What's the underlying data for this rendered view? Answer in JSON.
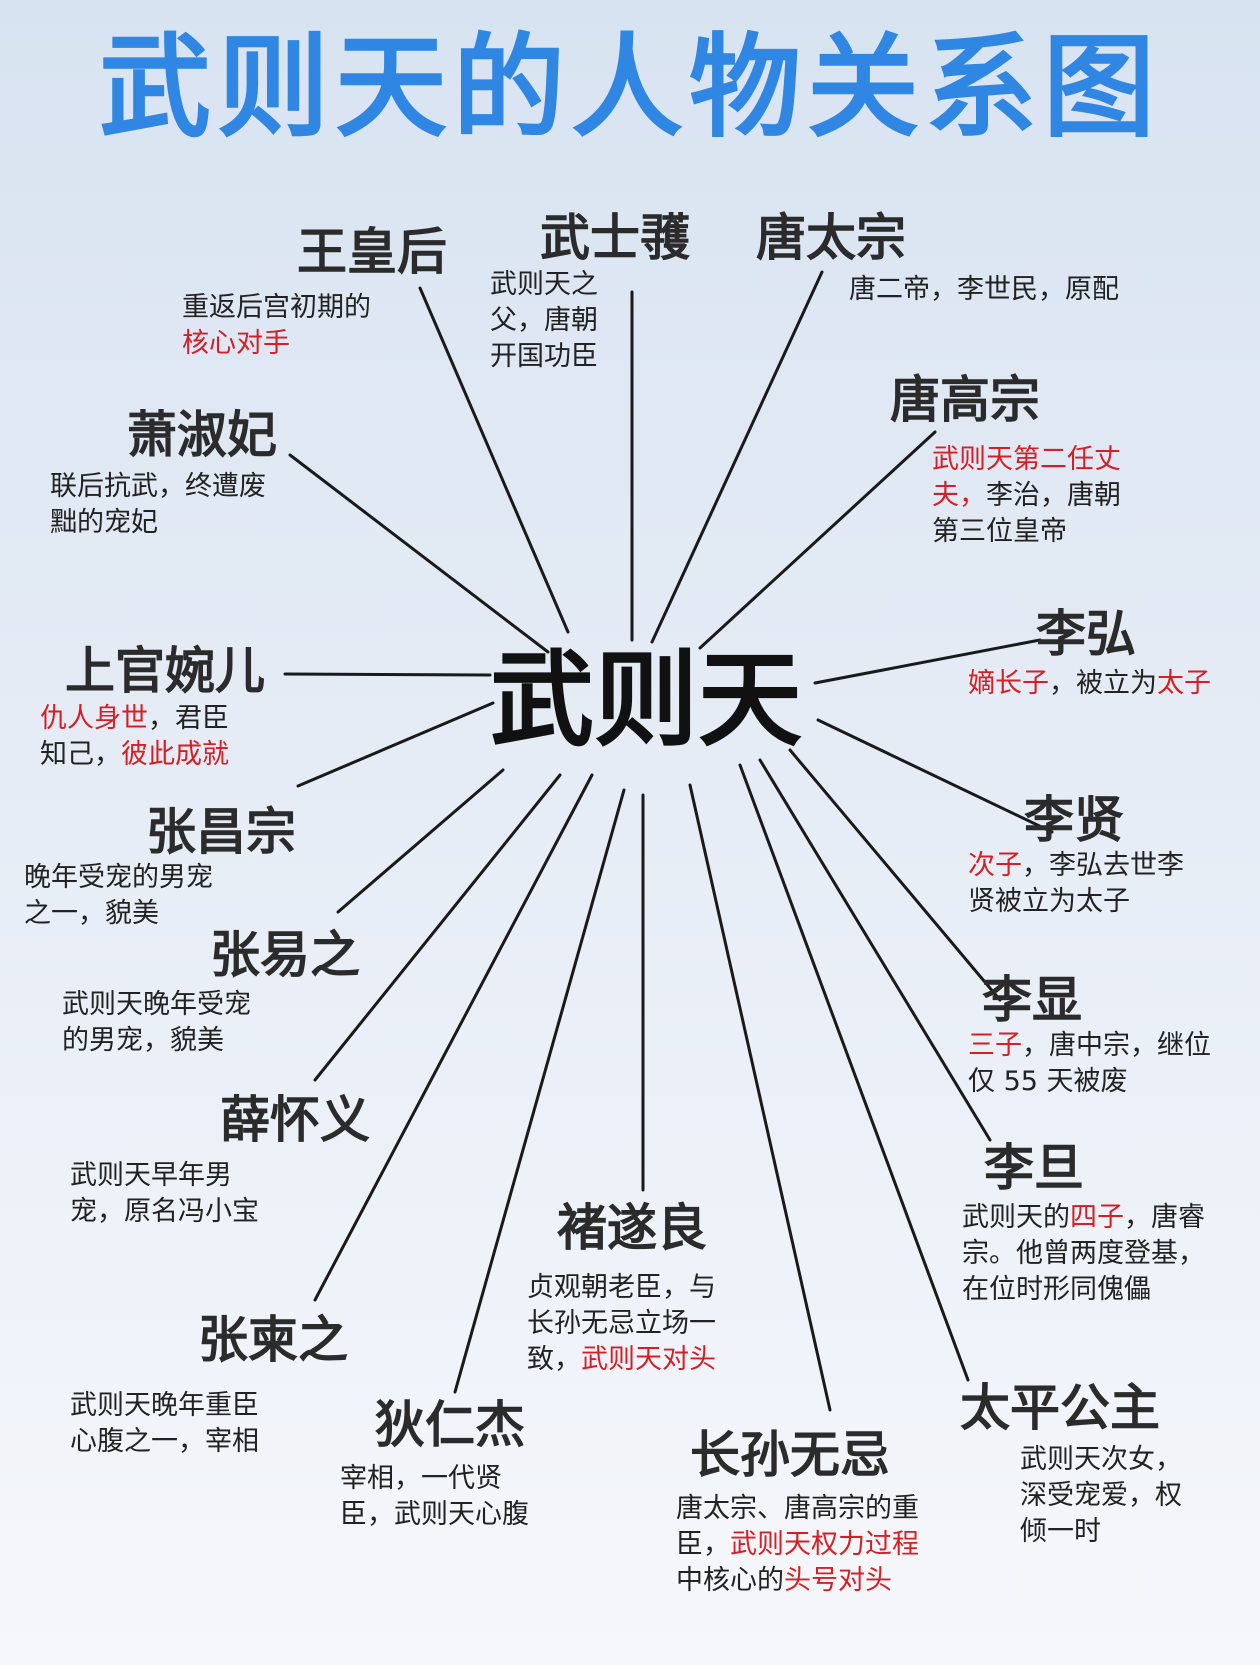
{
  "title": "武则天的人物关系图",
  "center": "武则天",
  "colors": {
    "title": "#2f86e3",
    "highlight": "#d61f24",
    "line": "#1a1a1a"
  },
  "nodes": [
    {
      "id": "wang",
      "name": "王皇后",
      "desc": [
        [
          {
            "t": "重返后宫初期的"
          }
        ],
        [
          {
            "t": "核心对手",
            "hl": true
          }
        ]
      ]
    },
    {
      "id": "wushihuo",
      "name": "武士彟",
      "desc": [
        [
          {
            "t": "武则天之"
          }
        ],
        [
          {
            "t": "父，唐朝"
          }
        ],
        [
          {
            "t": "开国功臣"
          }
        ]
      ]
    },
    {
      "id": "taizong",
      "name": "唐太宗",
      "desc": [
        [
          {
            "t": "唐二帝，李世民，原配"
          }
        ]
      ]
    },
    {
      "id": "xiaoshufei",
      "name": "萧淑妃",
      "desc": [
        [
          {
            "t": "联后抗武，终遭废"
          }
        ],
        [
          {
            "t": "黜的宠妃"
          }
        ]
      ]
    },
    {
      "id": "gaozong",
      "name": "唐高宗",
      "desc": [
        [
          {
            "t": "武则天第二任丈",
            "hl": true
          }
        ],
        [
          {
            "t": "夫，",
            "hl": true
          },
          {
            "t": "李治，唐朝"
          }
        ],
        [
          {
            "t": "第三位皇帝"
          }
        ]
      ]
    },
    {
      "id": "lihong",
      "name": "李弘",
      "desc": [
        [
          {
            "t": "嫡长子",
            "hl": true
          },
          {
            "t": "，被立为"
          },
          {
            "t": "太子",
            "hl": true
          }
        ]
      ]
    },
    {
      "id": "shangguan",
      "name": "上官婉儿",
      "desc": [
        [
          {
            "t": "仇人身世",
            "hl": true
          },
          {
            "t": "，君臣"
          }
        ],
        [
          {
            "t": "知己，"
          },
          {
            "t": "彼此成就",
            "hl": true
          }
        ]
      ]
    },
    {
      "id": "changzong",
      "name": "张昌宗",
      "desc": [
        [
          {
            "t": "晚年受宠的男宠"
          }
        ],
        [
          {
            "t": "之一，貌美"
          }
        ]
      ]
    },
    {
      "id": "lixian1",
      "name": "李贤",
      "desc": [
        [
          {
            "t": "次子",
            "hl": true
          },
          {
            "t": "，李弘去世李"
          }
        ],
        [
          {
            "t": "贤被立为太子"
          }
        ]
      ]
    },
    {
      "id": "yizhi",
      "name": "张易之",
      "desc": [
        [
          {
            "t": "武则天晚年受宠"
          }
        ],
        [
          {
            "t": "的男宠，貌美"
          }
        ]
      ]
    },
    {
      "id": "lixian2",
      "name": "李显",
      "desc": [
        [
          {
            "t": "三子",
            "hl": true
          },
          {
            "t": "，唐中宗，继位"
          }
        ],
        [
          {
            "t": "仅 55 天被废"
          }
        ]
      ]
    },
    {
      "id": "xuehuaiyi",
      "name": "薛怀义",
      "desc": [
        [
          {
            "t": "武则天早年男"
          }
        ],
        [
          {
            "t": "宠，原名冯小宝"
          }
        ]
      ]
    },
    {
      "id": "lidan",
      "name": "李旦",
      "desc": [
        [
          {
            "t": "武则天的"
          },
          {
            "t": "四子",
            "hl": true
          },
          {
            "t": "，唐睿"
          }
        ],
        [
          {
            "t": "宗。他曾两度登基，"
          }
        ],
        [
          {
            "t": "在位时形同傀儡"
          }
        ]
      ]
    },
    {
      "id": "chusuiliang",
      "name": "褚遂良",
      "desc": [
        [
          {
            "t": "贞观朝老臣，与"
          }
        ],
        [
          {
            "t": "长孙无忌立场一"
          }
        ],
        [
          {
            "t": "致，"
          },
          {
            "t": "武则天对头",
            "hl": true
          }
        ]
      ]
    },
    {
      "id": "jianzhi",
      "name": "张柬之",
      "desc": [
        [
          {
            "t": "武则天晚年重臣"
          }
        ],
        [
          {
            "t": "心腹之一，宰相"
          }
        ]
      ]
    },
    {
      "id": "taiping",
      "name": "太平公主",
      "desc": [
        [
          {
            "t": "武则天次女，"
          }
        ],
        [
          {
            "t": "深受宠爱，权"
          }
        ],
        [
          {
            "t": "倾一时"
          }
        ]
      ]
    },
    {
      "id": "direnjie",
      "name": "狄仁杰",
      "desc": [
        [
          {
            "t": "宰相，一代贤"
          }
        ],
        [
          {
            "t": "臣，武则天心腹"
          }
        ]
      ]
    },
    {
      "id": "zhangsun",
      "name": "长孙无忌",
      "desc": [
        [
          {
            "t": "唐太宗、唐高宗的重"
          }
        ],
        [
          {
            "t": "臣，"
          },
          {
            "t": "武则天权力过程",
            "hl": true
          }
        ],
        [
          {
            "t": "中核心的"
          },
          {
            "t": "头号对头",
            "hl": true
          }
        ]
      ]
    }
  ]
}
